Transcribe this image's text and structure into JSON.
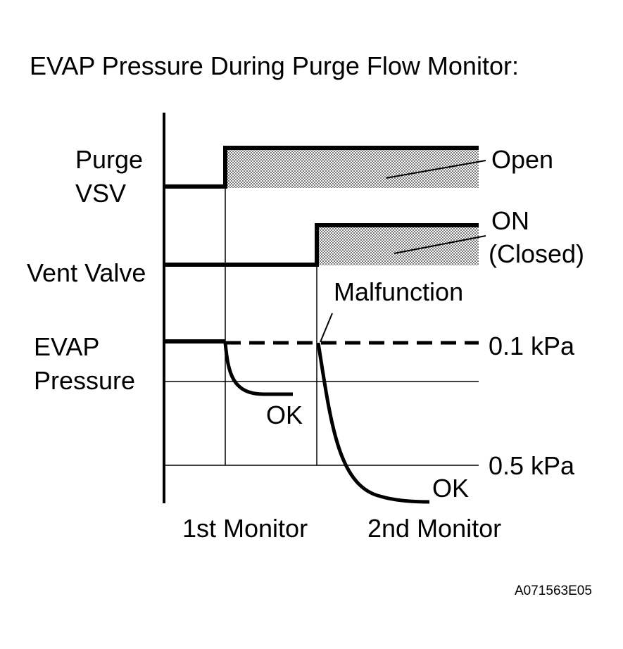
{
  "title": "EVAP Pressure During Purge Flow Monitor:",
  "rows": {
    "purge_vsv": {
      "line1": "Purge",
      "line2": "VSV",
      "state": "Open"
    },
    "vent_valve": {
      "label": "Vent Valve",
      "state_line1": "ON",
      "state_line2": "(Closed)"
    },
    "evap_pressure": {
      "line1": "EVAP",
      "line2": "Pressure"
    }
  },
  "annotations": {
    "malfunction": "Malfunction",
    "ok_first": "OK",
    "ok_second": "OK"
  },
  "pressure_levels": {
    "upper": "0.1 kPa",
    "lower": "0.5 kPa"
  },
  "phases": {
    "first": "1st Monitor",
    "second": "2nd Monitor"
  },
  "figure_code": "A071563E05",
  "colors": {
    "ink": "#000000",
    "background": "#ffffff",
    "hatch": "#bdbdbd"
  }
}
